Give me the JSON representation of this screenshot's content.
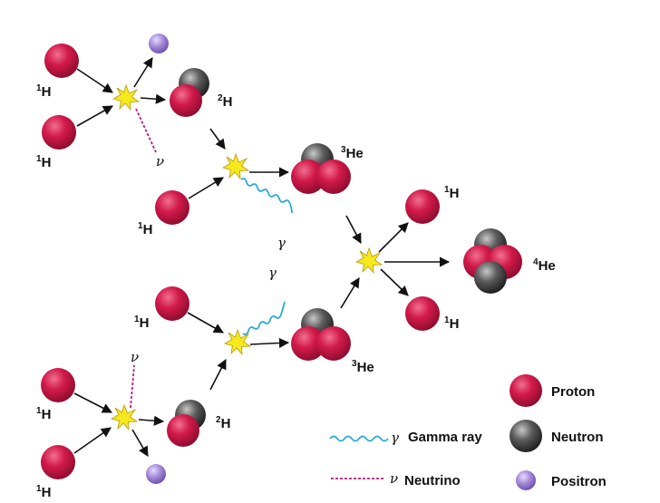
{
  "diagram": {
    "nuclide_labels": {
      "h1": "H",
      "h1_mass": "1",
      "h2": "H",
      "h2_mass": "2",
      "he3": "He",
      "he3_mass": "3",
      "he4": "He",
      "he4_mass": "4"
    },
    "symbols": {
      "gamma": "γ",
      "neutrino": "ν"
    }
  },
  "legend": {
    "proton": "Proton",
    "neutron": "Neutron",
    "positron": "Positron",
    "gamma_ray": "Gamma ray",
    "neutrino": "Neutrino"
  },
  "colors": {
    "proton": "#d21a4a",
    "neutron": "#555555",
    "positron": "#a58ad8",
    "gamma": "#29a9d8",
    "neutrino": "#c2187a",
    "flash": "#f5e81c"
  }
}
